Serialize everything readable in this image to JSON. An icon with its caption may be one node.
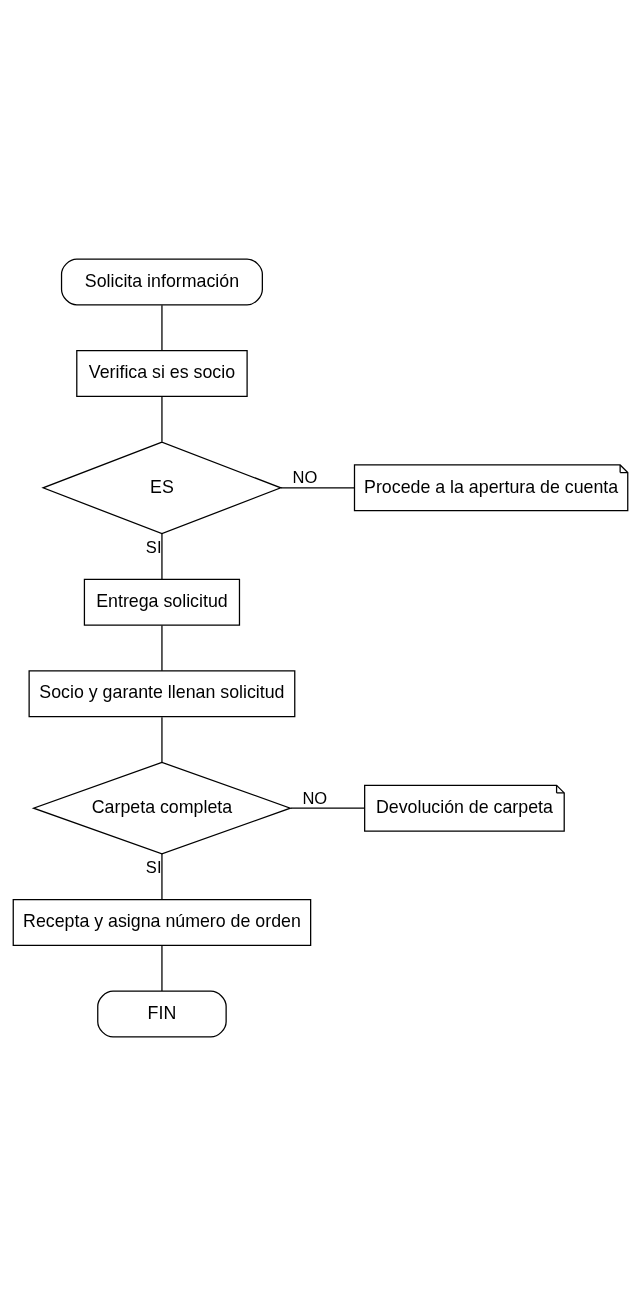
{
  "diagram": {
    "nodes": [
      {
        "text": [
          "Solicita información"
        ]
      },
      {
        "text": [
          "Verifica si es socio"
        ]
      },
      {
        "text": [
          "ES"
        ]
      },
      {
        "text": [
          "Procede a la apertura de cuenta"
        ]
      },
      {
        "text": [
          "Entrega solicitud"
        ]
      },
      {
        "text": [
          "Socio y garante llenan solicitud"
        ]
      },
      {
        "text": [
          "Carpeta completa"
        ]
      },
      {
        "text": [
          "Devolución de carpeta"
        ]
      },
      {
        "text": [
          "Recepta y asigna número de orden"
        ]
      },
      {
        "text": [
          "FIN"
        ]
      }
    ],
    "edges": [
      {
        "from": 0,
        "to": 1,
        "arrow": "none"
      },
      {
        "from": 1,
        "to": 2,
        "arrow": "none"
      },
      {
        "from": 2,
        "to": 3,
        "arrow": "none",
        "label": "NO"
      },
      {
        "from": 2,
        "to": 4,
        "arrow": "none",
        "label": "SI"
      },
      {
        "from": 4,
        "to": 5,
        "arrow": "none"
      },
      {
        "from": 5,
        "to": 6,
        "arrow": "none"
      },
      {
        "from": 6,
        "to": 7,
        "arrow": "none",
        "label": "NO"
      },
      {
        "from": 6,
        "to": 8,
        "arrow": "none",
        "label": "SI"
      },
      {
        "from": 8,
        "to": 9,
        "arrow": "none"
      }
    ]
  }
}
